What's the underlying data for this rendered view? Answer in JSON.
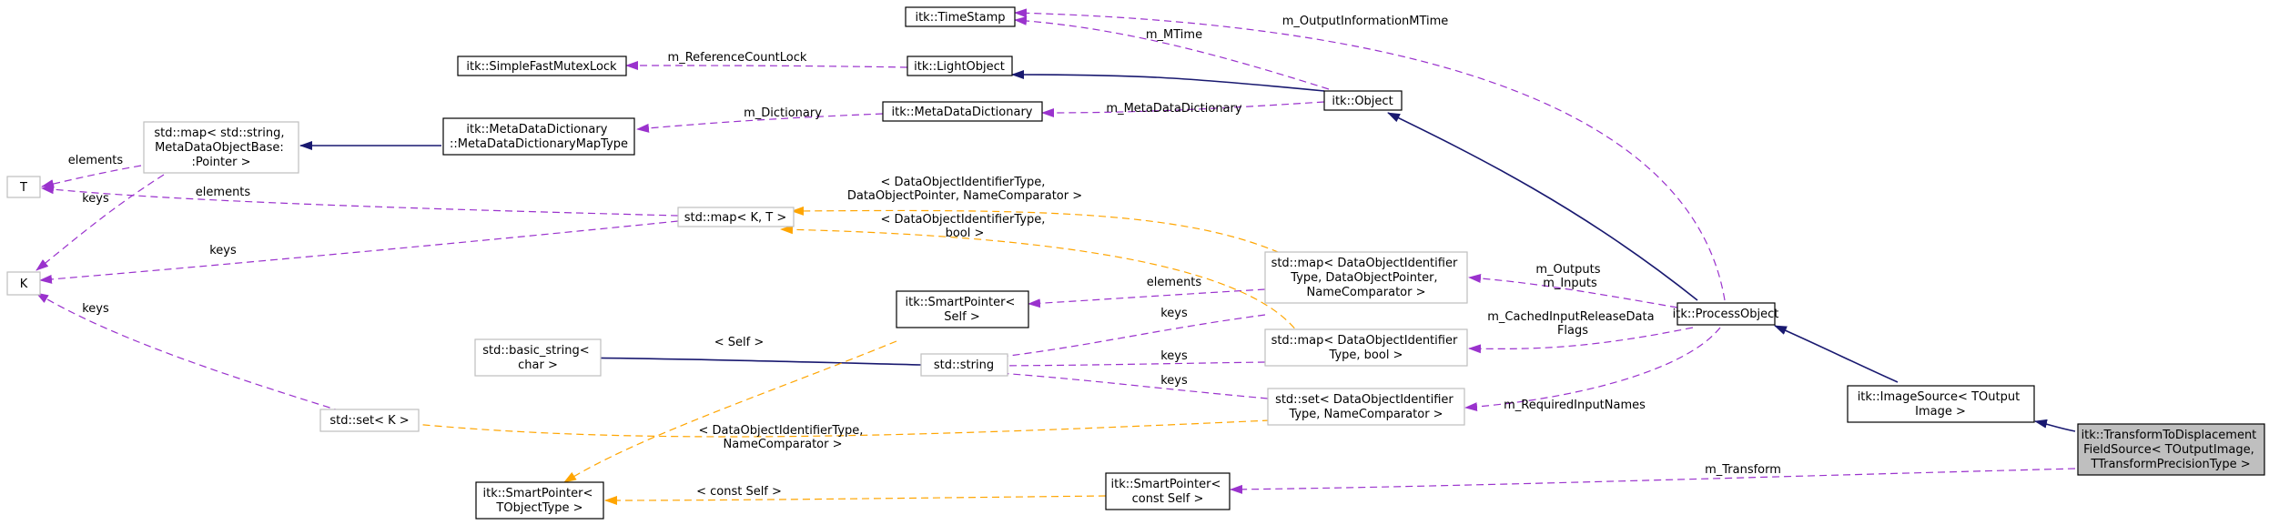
{
  "nodes": {
    "timestamp": [
      "itk::TimeStamp"
    ],
    "lightobject": [
      "itk::LightObject"
    ],
    "mutexlock": [
      "itk::SimpleFastMutexLock"
    ],
    "metadatadict": [
      "itk::MetaDataDictionary"
    ],
    "object": [
      "itk::Object"
    ],
    "mapmetadata": [
      "itk::MetaDataDictionary",
      "::MetaDataDictionaryMapType"
    ],
    "stdmap_string": [
      "std::map< std::string,",
      "MetaDataObjectBase:",
      ":Pointer >"
    ],
    "t": [
      "T"
    ],
    "k": [
      "K"
    ],
    "stdmap_kt": [
      "std::map< K, T >"
    ],
    "smartptr_self": [
      "itk::SmartPointer<",
      "Self >"
    ],
    "basic_string": [
      "std::basic_string<",
      "char >"
    ],
    "stdstring": [
      "std::string"
    ],
    "stdset_k": [
      "std::set< K >"
    ],
    "smartptr_tobj": [
      "itk::SmartPointer<",
      "TObjectType >"
    ],
    "smartptr_const": [
      "itk::SmartPointer<",
      "const Self >"
    ],
    "map_outputs": [
      "std::map< DataObjectIdentifier",
      "Type, DataObjectPointer,",
      "NameComparator >"
    ],
    "map_bool": [
      "std::map< DataObjectIdentifier",
      "Type, bool >"
    ],
    "set_identifier": [
      "std::set< DataObjectIdentifier",
      "Type, NameComparator >"
    ],
    "processobject": [
      "itk::ProcessObject"
    ],
    "imagesource": [
      "itk::ImageSource< TOutput",
      "Image >"
    ],
    "focus": [
      "itk::TransformToDisplacement",
      "FieldSource< TOutputImage,",
      "TTransformPrecisionType >"
    ]
  },
  "edges": {
    "outputinfo_mtime": [
      "m_OutputInformationMTime"
    ],
    "mtime": [
      "m_MTime"
    ],
    "refcountlock": [
      "m_ReferenceCountLock"
    ],
    "dictionary": [
      "m_Dictionary"
    ],
    "metadatadictionary": [
      "m_MetaDataDictionary"
    ],
    "elements_t": [
      "elements"
    ],
    "keys_k1": [
      "keys"
    ],
    "elements_t2": [
      "elements"
    ],
    "keys_k2": [
      "keys"
    ],
    "keys_k3": [
      "keys"
    ],
    "tmpl_outputs": [
      "< DataObjectIdentifierType,",
      "DataObjectPointer, NameComparator >"
    ],
    "tmpl_bool": [
      "< DataObjectIdentifierType,",
      "bool >"
    ],
    "elements_sp": [
      "elements"
    ],
    "keys_s1": [
      "keys"
    ],
    "keys_s2": [
      "keys"
    ],
    "keys_s3": [
      "keys"
    ],
    "tmpl_self": [
      "< Self >"
    ],
    "tmpl_namecomp": [
      "< DataObjectIdentifierType,",
      "NameComparator >"
    ],
    "tmpl_constself": [
      "< const Self >"
    ],
    "outputs_inputs": [
      "m_Outputs",
      "m_Inputs"
    ],
    "cached": [
      "m_CachedInputReleaseData",
      "Flags"
    ],
    "required": [
      "m_RequiredInputNames"
    ],
    "transform": [
      "m_Transform"
    ]
  }
}
